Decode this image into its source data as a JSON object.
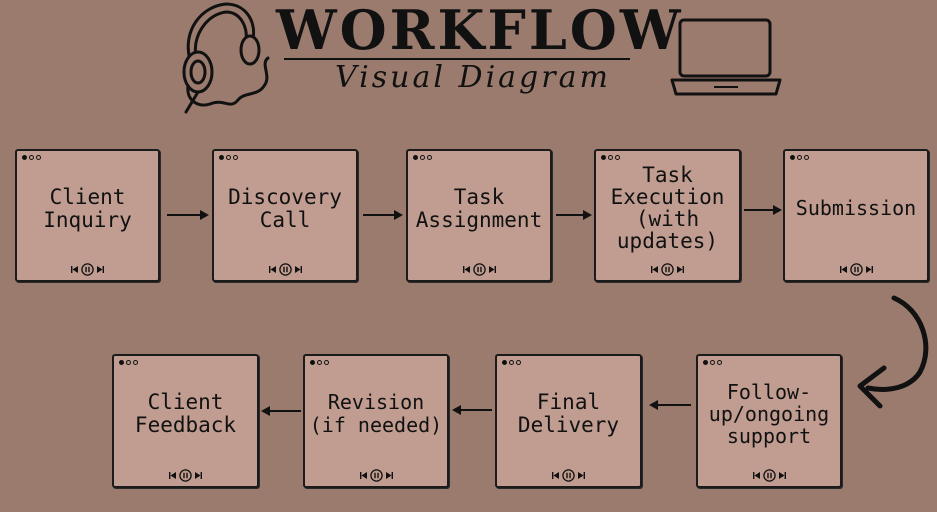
{
  "header": {
    "title": "WORKFLOW",
    "subtitle": "Visual Diagram",
    "headphones_icon": "headphones-icon",
    "laptop_icon": "laptop-icon"
  },
  "steps": [
    {
      "label": "Client\nInquiry"
    },
    {
      "label": "Discovery\nCall"
    },
    {
      "label": "Task\nAssignment"
    },
    {
      "label": "Task\nExecution\n(with\nupdates)"
    },
    {
      "label": "Submission"
    },
    {
      "label": "Follow-\nup/ongoing\nsupport"
    },
    {
      "label": "Final\nDelivery"
    },
    {
      "label": "Revision\n(if needed)"
    },
    {
      "label": "Client\nFeedback"
    }
  ],
  "colors": {
    "background": "#9a7b6d",
    "card_fill": "#c09d90",
    "ink": "#111111"
  }
}
